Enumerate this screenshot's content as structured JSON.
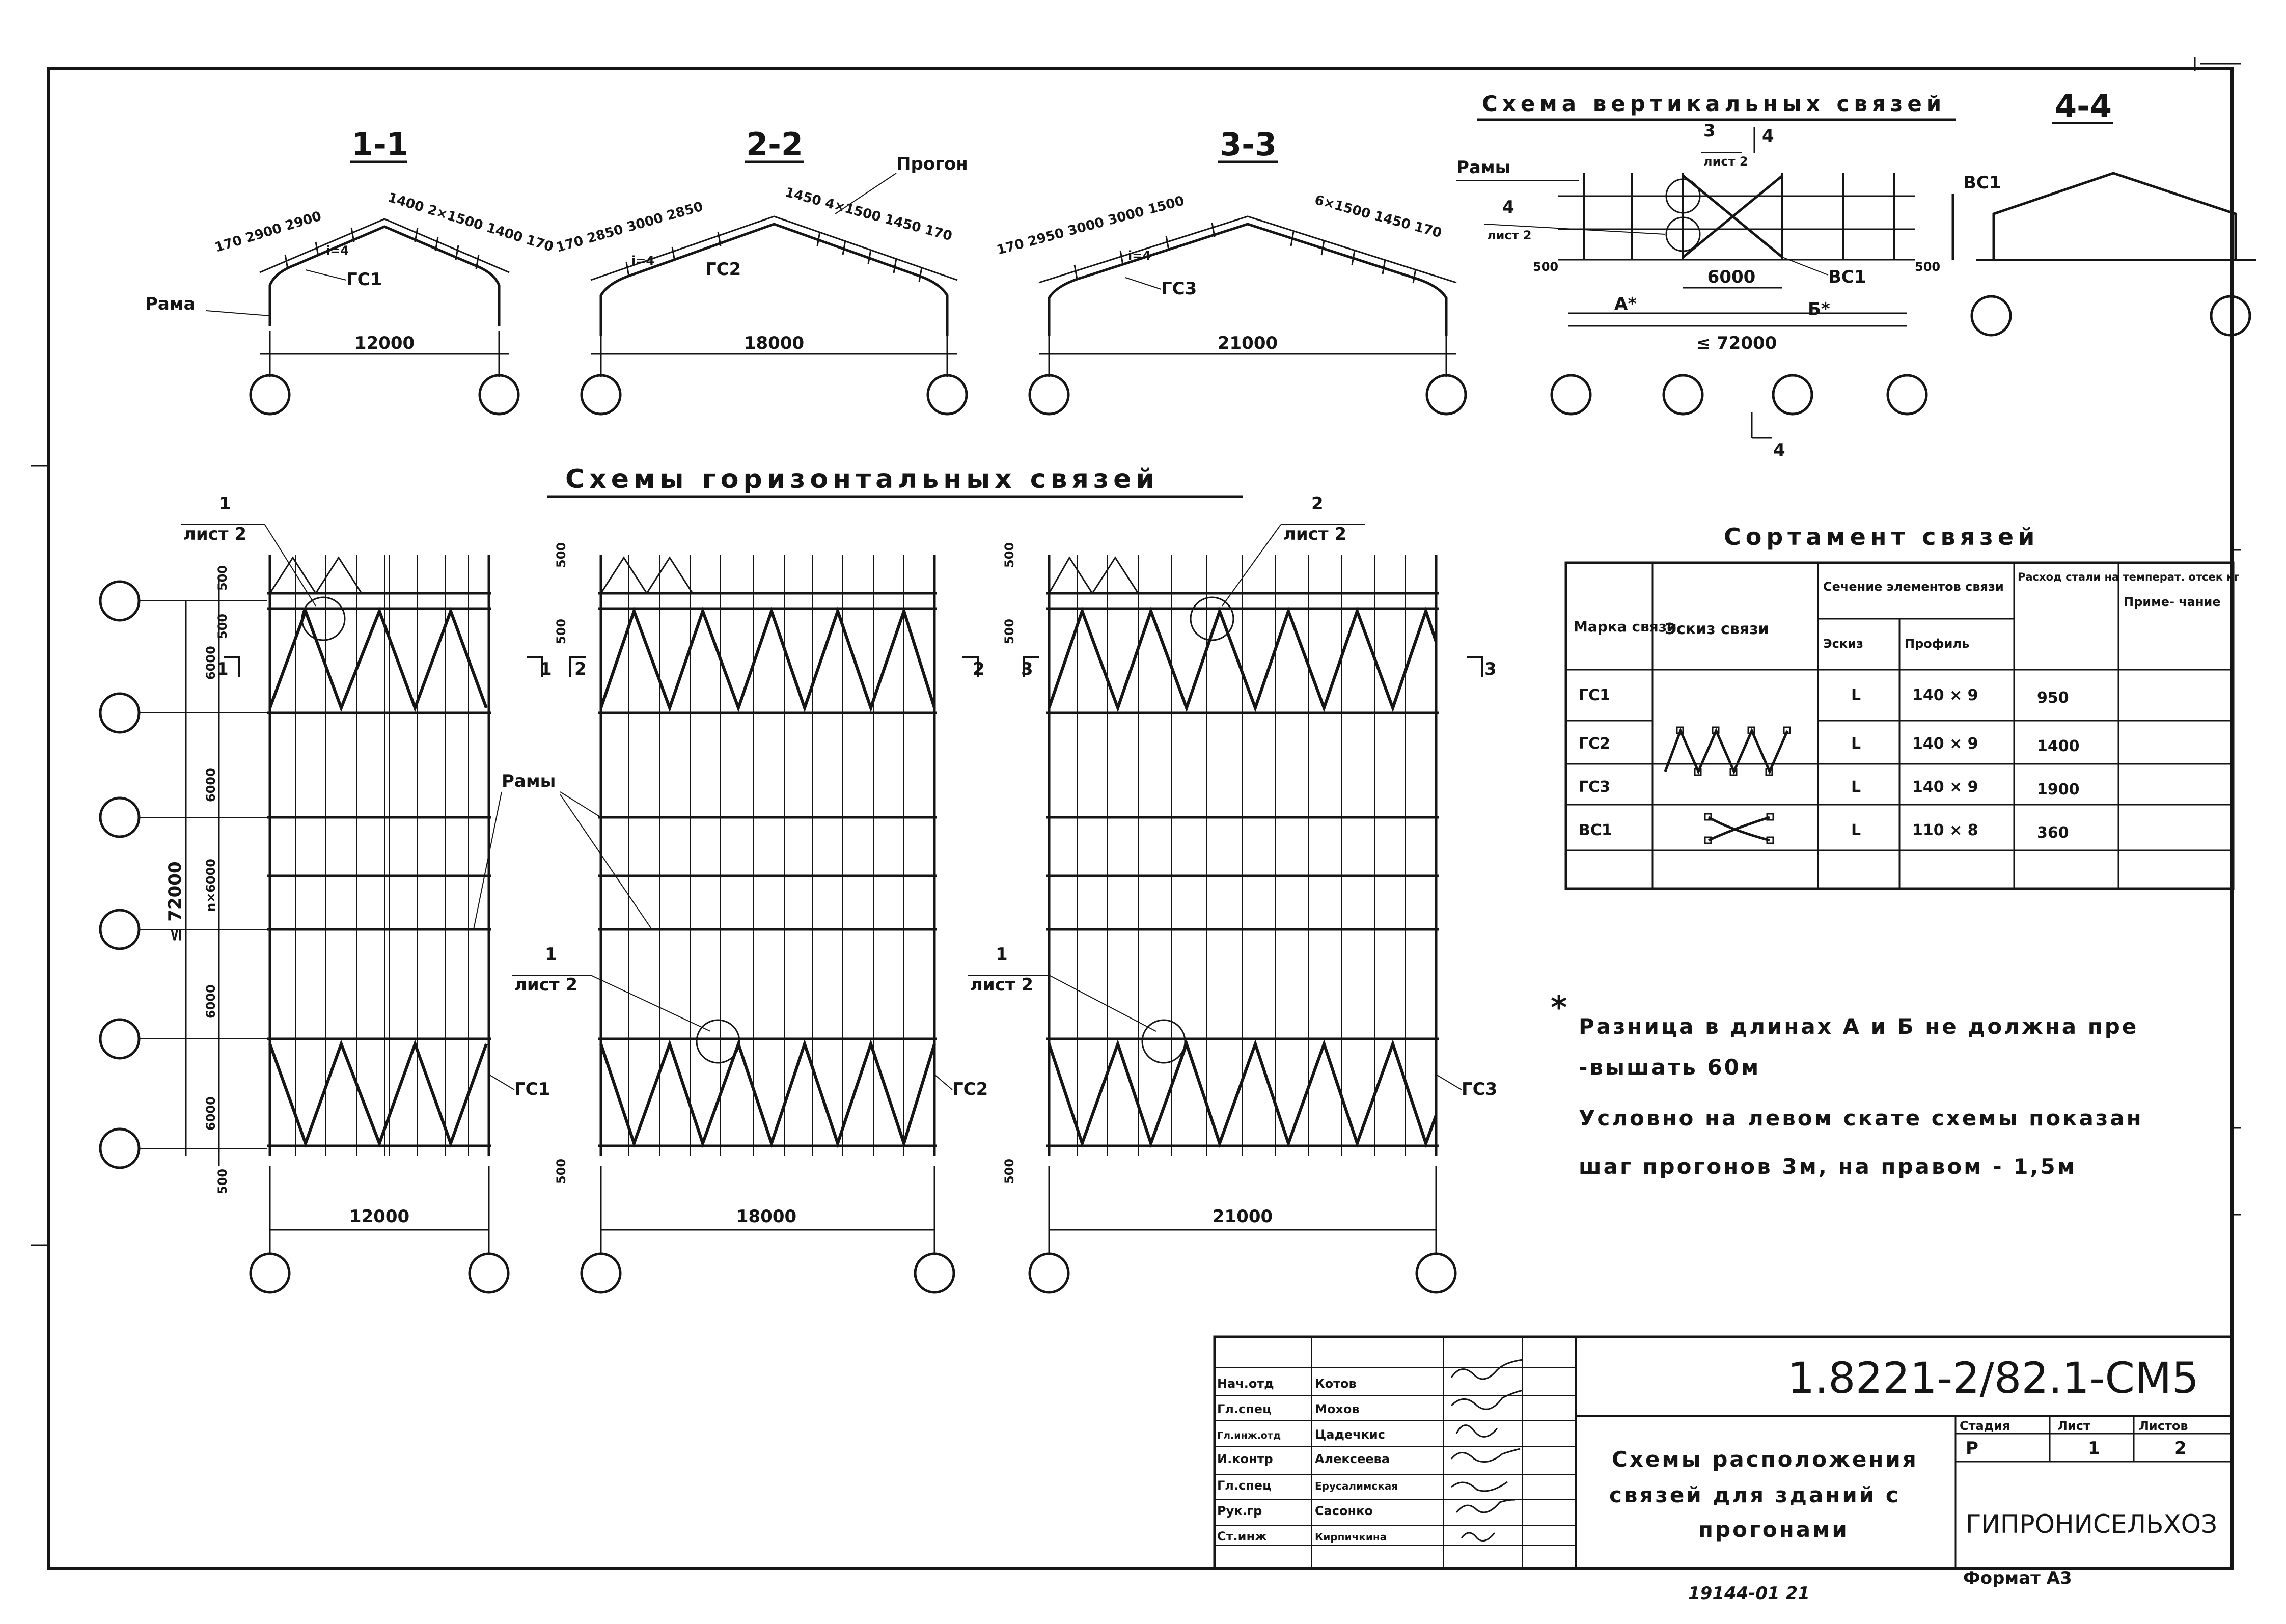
{
  "vertical_scheme": {
    "title": "Схема вертикальных связей",
    "frames_label": "Рамы",
    "callout_top_num": "3",
    "callout_top_sheet": "лист 2",
    "callout_left_num": "4",
    "callout_left_sheet": "лист 2",
    "cut_top": "4",
    "cut_bottom": "4",
    "dim_500_left": "500",
    "dim_500_right": "500",
    "dim_6000": "6000",
    "dim_72000": "≤ 72000",
    "label_a": "А*",
    "label_b": "Б*",
    "brace": "ВС1"
  },
  "section_44": {
    "title": "4-4",
    "brace": "ВС1"
  },
  "sections": [
    {
      "title": "1-1",
      "span": "12000",
      "dims_left": "170  2900  2900",
      "dims_right": "1400 2×1500 1400 170",
      "tag": "ГС1",
      "slope": "i=4",
      "frame_label": "Рама"
    },
    {
      "title": "2-2",
      "span": "18000",
      "dims_left": "170  2850  3000  2850",
      "dims_right": "1450  4×1500  1450 170",
      "tag": "ГС2",
      "slope": "i=4",
      "purlin": "Прогон"
    },
    {
      "title": "3-3",
      "span": "21000",
      "dims_left": "170  2950  3000  3000  1500",
      "dims_right": "6×1500  1450 170",
      "tag": "ГС3",
      "slope": "i=4"
    }
  ],
  "plan": {
    "title": "Схемы горизонтальных связей",
    "frames_label": "Рамы",
    "bay_dim": "6000",
    "total_dim": "≤ 72000",
    "n_dim": "n×6000",
    "edge_dim": "500",
    "callouts": [
      {
        "num": "1",
        "sheet": "лист 2"
      },
      {
        "num": "2",
        "sheet": "лист 2"
      },
      {
        "num": "1",
        "sheet": "лист 2"
      },
      {
        "num": "1",
        "sheet": "лист 2"
      }
    ],
    "cuts": [
      "1",
      "1",
      "2",
      "2",
      "3",
      "3"
    ],
    "spans": [
      "12000",
      "18000",
      "21000"
    ],
    "tags": [
      "ГС1",
      "ГС2",
      "ГС3"
    ]
  },
  "assortment": {
    "title": "Сортамент связей",
    "headers": {
      "mark": "Марка связи",
      "sketch": "Эскиз связи",
      "section": "Сечение элементов связи",
      "sub_sketch": "Эскиз",
      "sub_profile": "Профиль",
      "consumption": "Расход стали на температ. отсек кг",
      "note": "Приме- чание"
    },
    "rows": [
      {
        "mark": "ГС1",
        "glyph": "L",
        "profile": "140 × 9",
        "mass": "950"
      },
      {
        "mark": "ГС2",
        "glyph": "L",
        "profile": "140 × 9",
        "mass": "1400"
      },
      {
        "mark": "ГС3",
        "glyph": "L",
        "profile": "140 × 9",
        "mass": "1900"
      },
      {
        "mark": "ВС1",
        "glyph": "L",
        "profile": "110 × 8",
        "mass": "360"
      }
    ]
  },
  "notes": {
    "star": "*",
    "line1": "Разница в длинах А и Б не должна пре",
    "line2": "-вышать 60м",
    "line3": "Условно на левом скате схемы показан",
    "line4": "шаг прогонов 3м, на правом - 1,5м"
  },
  "stamp": {
    "code": "1.8221-2/82.1-СМ5",
    "title_line1": "Схемы расположения",
    "title_line2": "связей для зданий с",
    "title_line3": "прогонами",
    "stage_label": "Стадия",
    "sheet_label": "Лист",
    "sheets_label": "Листов",
    "stage": "Р",
    "sheet": "1",
    "sheets": "2",
    "org": "ГИПРОНИСЕЛЬХОЗ",
    "people": [
      {
        "role": "Нач.отд",
        "name": "Котов"
      },
      {
        "role": "Гл.спец",
        "name": "Мохов"
      },
      {
        "role": "Гл.инж.отд",
        "name": "Цадечкис"
      },
      {
        "role": "И.контр",
        "name": "Алексеева"
      },
      {
        "role": "Гл.спец",
        "name": "Ерусалимская"
      },
      {
        "role": "Рук.гр",
        "name": "Сасонко"
      },
      {
        "role": "Ст.инж",
        "name": "Кирпичкина"
      }
    ]
  },
  "footer": {
    "archive": "19144-01   21",
    "format": "Формат А3"
  }
}
